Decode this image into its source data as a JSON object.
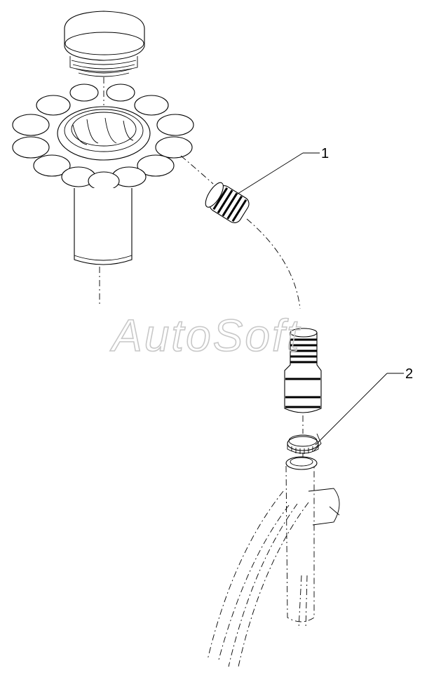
{
  "watermark": "AutoSoft",
  "callouts": [
    {
      "id": "callout-1",
      "label": "1"
    },
    {
      "id": "callout-2",
      "label": "2"
    }
  ]
}
